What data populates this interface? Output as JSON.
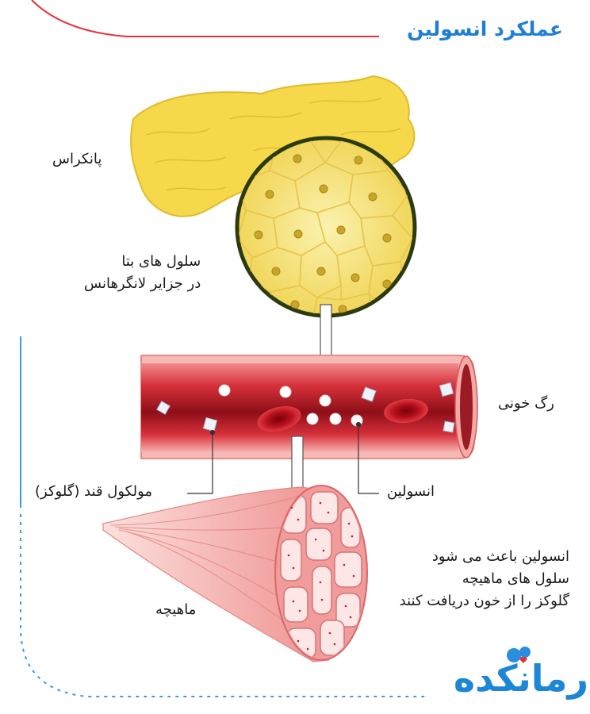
{
  "title": "عملکرد انسولین",
  "labels": {
    "pancreas": "پانکراس",
    "beta_cells_line1": "سلول های بتا",
    "beta_cells_line2": "در جزایر لانگرهانس",
    "blood_vessel": "رگ خونی",
    "glucose": "مولکول قند (گلوکز)",
    "insulin": "انسولین",
    "muscle": "ماهیچه",
    "explanation_line1": "انسولین باعث می شود",
    "explanation_line2": "سلول های ماهیچه",
    "explanation_line3": "گلوکز را از خون دریافت کنند"
  },
  "logo": {
    "text": "درمانکده"
  },
  "colors": {
    "title": "#1f7fd4",
    "accent_line": "#e8303a",
    "pancreas": "#f5d94a",
    "vessel": "#c41e2a",
    "muscle": "#f4a3a3",
    "dashed": "#3a9be0"
  }
}
